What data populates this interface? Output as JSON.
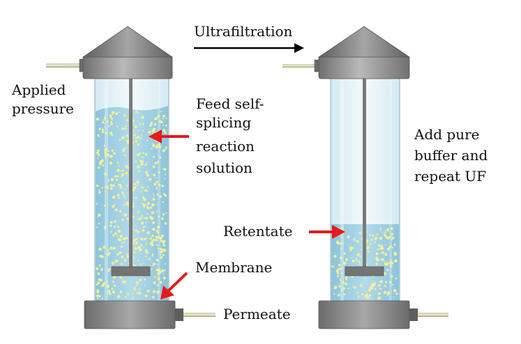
{
  "labels": {
    "ultrafiltration": "Ultrafiltration",
    "applied_pressure_1": "Applied",
    "applied_pressure_2": "pressure",
    "feed_1": "Feed self-",
    "feed_2": "splicing",
    "feed_3": "reaction",
    "feed_4": "solution",
    "add_buffer_1": "Add pure",
    "add_buffer_2": "buffer and",
    "add_buffer_3": "repeat UF",
    "retentate": "Retentate",
    "membrane": "Membrane",
    "permeate": "Permeate"
  },
  "colors": {
    "arrow_red": "#e31b1b",
    "liquid_blue": "#a7d3e6",
    "particle_yellow": "#f3ef9a",
    "cap_gray": "#8c8c8c"
  }
}
